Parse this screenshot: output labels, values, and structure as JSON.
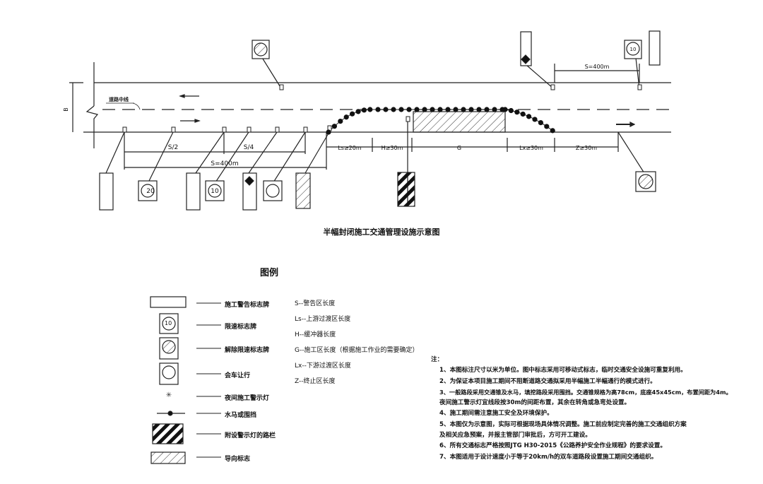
{
  "diagram": {
    "title": "半幅封闭施工交通管理设施示意图",
    "road_centerline_label": "道路中线",
    "road_width_label": "B",
    "dims_bottom": {
      "s_half": "S/2",
      "s_quarter": "S/4",
      "s_total": "S=400m",
      "ls": "Ls≥20m",
      "h": "H≥30m",
      "g": "G",
      "lx": "Lx≥30m",
      "z": "Z≥30m"
    },
    "dims_top": {
      "s_total": "S=400m"
    },
    "speed_signs": {
      "a": "20",
      "b": "10",
      "c": "10"
    }
  },
  "legend": {
    "title": "图例",
    "items": [
      {
        "icon": "construction-warning-sign-icon",
        "label": "施工警告标志牌"
      },
      {
        "icon": "speed-limit-sign-icon",
        "label": "限速标志牌",
        "value": "10"
      },
      {
        "icon": "end-speed-limit-sign-icon",
        "label": "解除限速标志牌"
      },
      {
        "icon": "yield-oncoming-sign-icon",
        "label": "会车让行"
      },
      {
        "icon": "night-warning-light-icon",
        "label": "夜间施工警示灯"
      },
      {
        "icon": "water-barrier-icon",
        "label": "水马或围挡"
      },
      {
        "icon": "barricade-with-lights-icon",
        "label": "附设警示灯的路栏"
      },
      {
        "icon": "direction-sign-icon",
        "label": "导向标志"
      }
    ],
    "abbreviations": [
      "S--警告区长度",
      "Ls--上游过渡区长度",
      "H--缓冲器长度",
      "G--施工区长度（根据施工作业的需要确定）",
      "Lx--下游过渡区长度",
      "Z--终止区长度"
    ]
  },
  "notes": {
    "heading": "注：",
    "lines": [
      "1、本图标注尺寸以米为单位。图中标志采用可移动式标志，临时交通安全设施可重复利用。",
      "2、为保证本项目施工期间不阻断道路交通拟采用半幅施工半幅通行的模式进行。",
      "3、一般路段采用交通锥及水马，填挖路段采用围挡。交通锥规格为高78cm，底座45x45cm，布置间距为4m。",
      "夜间施工警示灯宜线段按30m的间距布置，其余在转角或急弯处设置。",
      "4、施工期间需注意施工安全及环境保护。",
      "5、本图仅为示意图，实际可根据现场具体情况调整。施工前应制定完善的施工交通组织方案",
      "及相关应急预案，并报主管部门审批后，方可开工建设。",
      "6、所有交通标志严格按照JTG H30-2015《公路养护安全作业规程》的要求设置。",
      "7、本图适用于设计速度小于等于20km/h的双车道路段设置施工期间交通组织。"
    ]
  }
}
